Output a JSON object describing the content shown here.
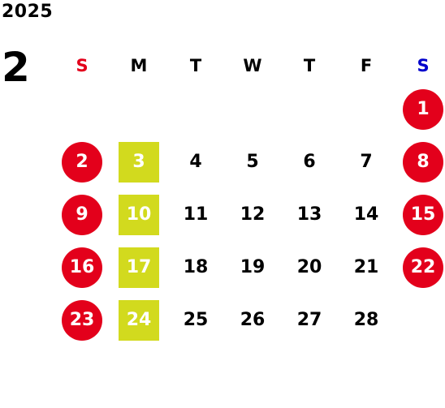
{
  "header": {
    "year": "2025",
    "month": "2"
  },
  "colors": {
    "holiday": "#e3001b",
    "highlight": "#d2da1e",
    "sunday_header": "#e3001b",
    "saturday_header": "#0000cc"
  },
  "weekdays": [
    "S",
    "M",
    "T",
    "W",
    "T",
    "F",
    "S"
  ],
  "weeks": [
    [
      null,
      null,
      null,
      null,
      null,
      null,
      {
        "day": "1",
        "style": "holiday"
      }
    ],
    [
      {
        "day": "2",
        "style": "holiday"
      },
      {
        "day": "3",
        "style": "highlight"
      },
      {
        "day": "4"
      },
      {
        "day": "5"
      },
      {
        "day": "6"
      },
      {
        "day": "7"
      },
      {
        "day": "8",
        "style": "holiday"
      }
    ],
    [
      {
        "day": "9",
        "style": "holiday"
      },
      {
        "day": "10",
        "style": "highlight"
      },
      {
        "day": "11"
      },
      {
        "day": "12"
      },
      {
        "day": "13"
      },
      {
        "day": "14"
      },
      {
        "day": "15",
        "style": "holiday"
      }
    ],
    [
      {
        "day": "16",
        "style": "holiday"
      },
      {
        "day": "17",
        "style": "highlight"
      },
      {
        "day": "18"
      },
      {
        "day": "19"
      },
      {
        "day": "20"
      },
      {
        "day": "21"
      },
      {
        "day": "22",
        "style": "holiday"
      }
    ],
    [
      {
        "day": "23",
        "style": "holiday"
      },
      {
        "day": "24",
        "style": "highlight"
      },
      {
        "day": "25"
      },
      {
        "day": "26"
      },
      {
        "day": "27"
      },
      {
        "day": "28"
      },
      null
    ]
  ]
}
